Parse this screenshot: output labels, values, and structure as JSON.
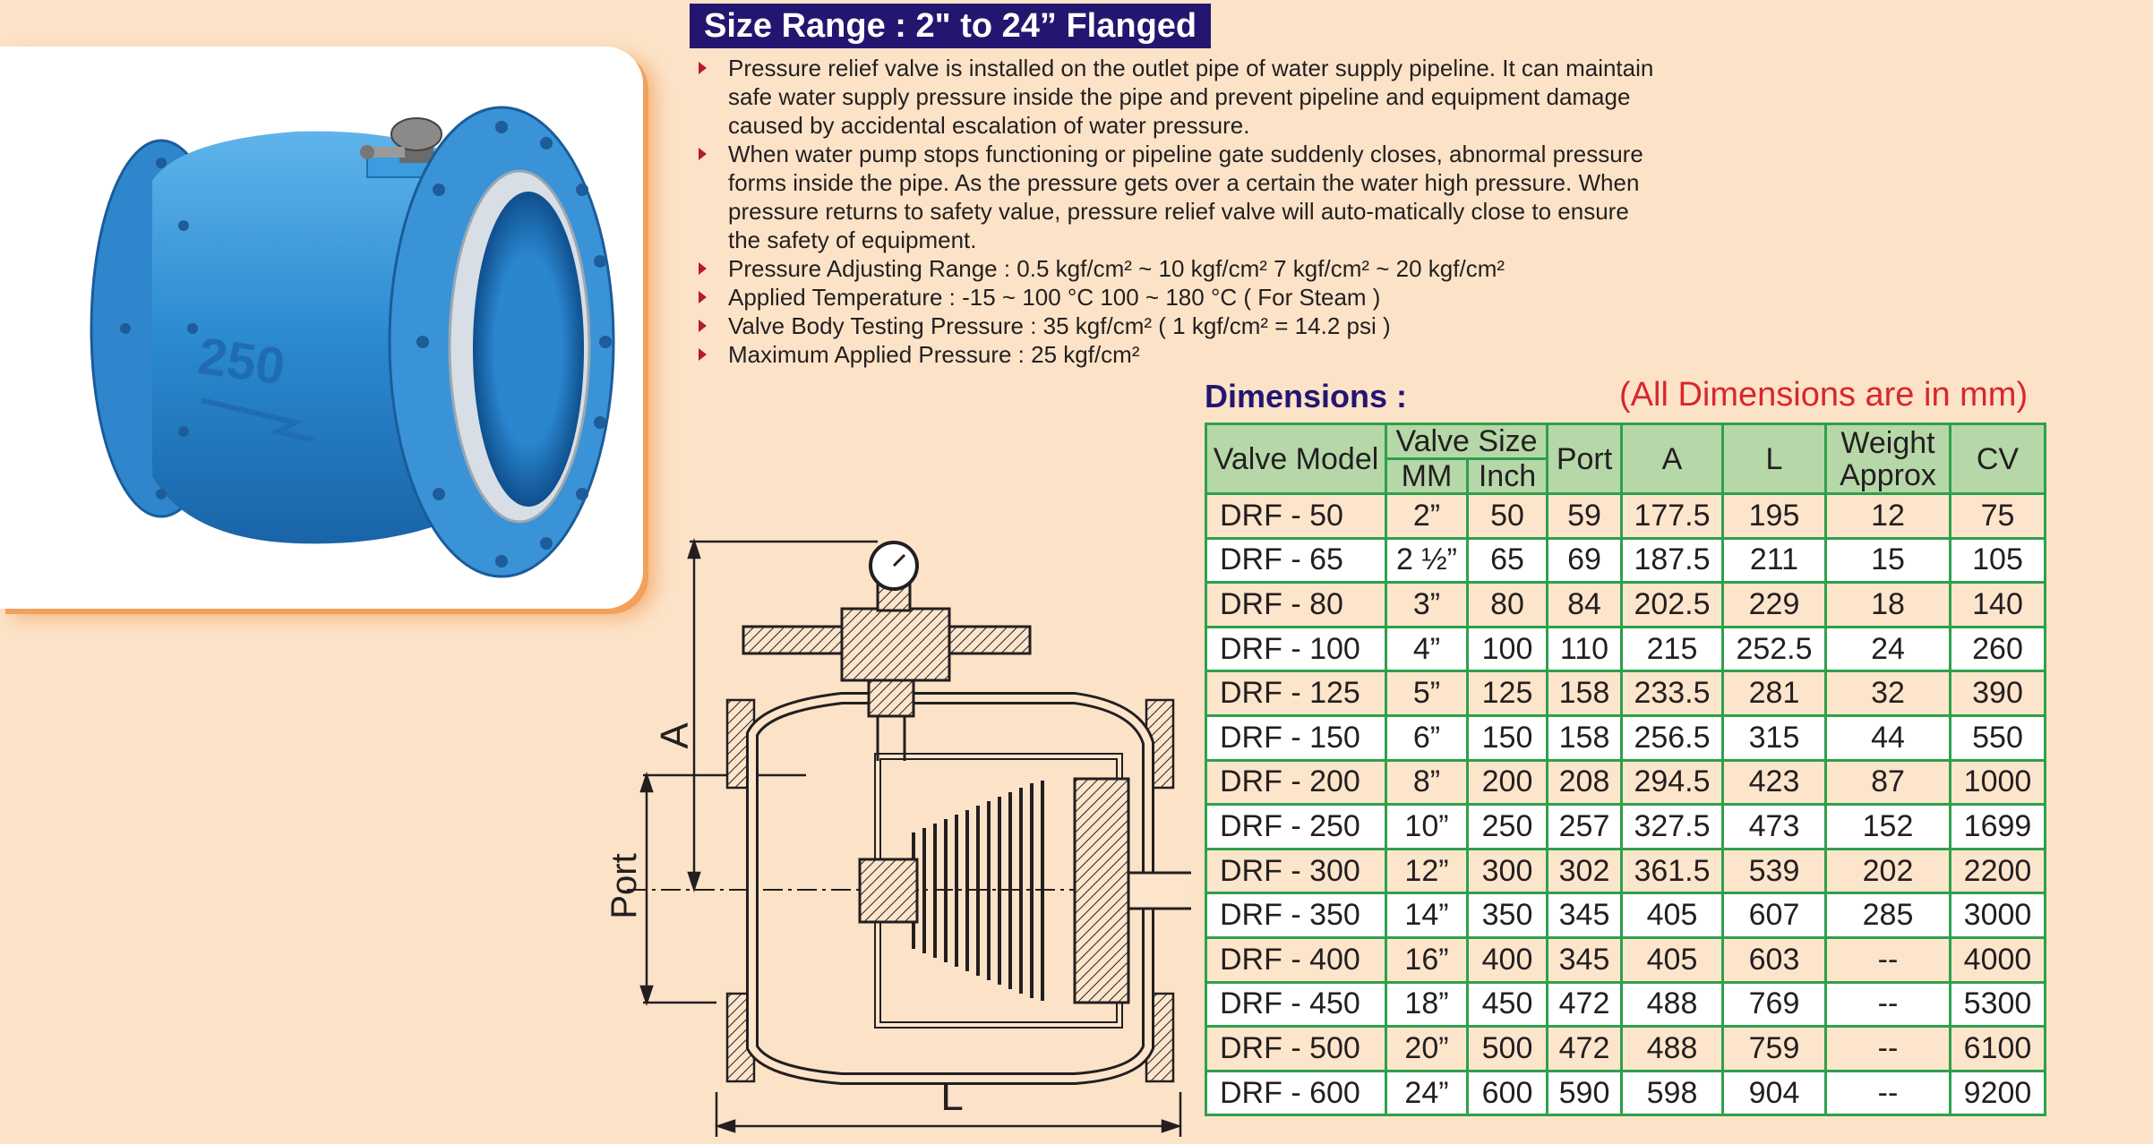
{
  "header": {
    "title": "Size Range : 2\" to 24” Flanged"
  },
  "photo": {
    "body_marking": "250"
  },
  "bullets": [
    "Pressure relief valve is installed on the outlet pipe of water supply pipeline. It can maintain\n safe water supply pressure inside the pipe and prevent pipeline and equipment damage\n caused by accidental escalation of water pressure.",
    "When water pump stops functioning or pipeline gate suddenly closes, abnormal pressure\n forms inside the pipe. As the pressure gets over a certain the water high pressure. When\n pressure returns to safety value, pressure relief valve will auto-matically close to ensure\n the  safety of equipment.",
    "Pressure Adjusting Range : 0.5 kgf/cm² ~ 10 kgf/cm² 7 kgf/cm² ~ 20 kgf/cm²",
    "Applied Temperature : -15 ~ 100 °C 100 ~ 180 °C ( For Steam )",
    "Valve Body Testing Pressure : 35 kgf/cm² ( 1 kgf/cm² = 14.2 psi )",
    "Maximum Applied Pressure : 25 kgf/cm²"
  ],
  "dimensions": {
    "title": "Dimensions :",
    "note": "(All Dimensions are in mm)",
    "headers": {
      "valve_model": "Valve Model",
      "valve_size": "Valve Size",
      "mm": "MM",
      "inch": "Inch",
      "port": "Port",
      "a": "A",
      "l": "L",
      "weight": "Weight Approx",
      "cv": "CV"
    },
    "rows": [
      [
        "DRF - 50",
        "2”",
        "50",
        "59",
        "177.5",
        "195",
        "12",
        "75"
      ],
      [
        "DRF - 65",
        "2 ½”",
        "65",
        "69",
        "187.5",
        "211",
        "15",
        "105"
      ],
      [
        "DRF - 80",
        "3”",
        "80",
        "84",
        "202.5",
        "229",
        "18",
        "140"
      ],
      [
        "DRF - 100",
        "4”",
        "100",
        "110",
        "215",
        "252.5",
        "24",
        "260"
      ],
      [
        "DRF - 125",
        "5”",
        "125",
        "158",
        "233.5",
        "281",
        "32",
        "390"
      ],
      [
        "DRF - 150",
        "6”",
        "150",
        "158",
        "256.5",
        "315",
        "44",
        "550"
      ],
      [
        "DRF - 200",
        "8”",
        "200",
        "208",
        "294.5",
        "423",
        "87",
        "1000"
      ],
      [
        "DRF - 250",
        "10”",
        "250",
        "257",
        "327.5",
        "473",
        "152",
        "1699"
      ],
      [
        "DRF - 300",
        "12”",
        "300",
        "302",
        "361.5",
        "539",
        "202",
        "2200"
      ],
      [
        "DRF - 350",
        "14”",
        "350",
        "345",
        "405",
        "607",
        "285",
        "3000"
      ],
      [
        "DRF - 400",
        "16”",
        "400",
        "345",
        "405",
        "603",
        "--",
        "4000"
      ],
      [
        "DRF - 450",
        "18”",
        "450",
        "472",
        "488",
        "769",
        "--",
        "5300"
      ],
      [
        "DRF - 500",
        "20”",
        "500",
        "472",
        "488",
        "759",
        "--",
        "6100"
      ],
      [
        "DRF - 600",
        "24”",
        "600",
        "590",
        "598",
        "904",
        "--",
        "9200"
      ]
    ]
  },
  "drawing": {
    "label_a": "A",
    "label_port": "Port",
    "label_l": "L"
  },
  "colors": {
    "background": "#fce3c8",
    "title_bar": "#241670",
    "bullet": "#b8192c",
    "table_border": "#2ea04b",
    "table_header": "#b6d7a8",
    "note": "#d9262c",
    "valve_blue": "#2f8fd0"
  }
}
